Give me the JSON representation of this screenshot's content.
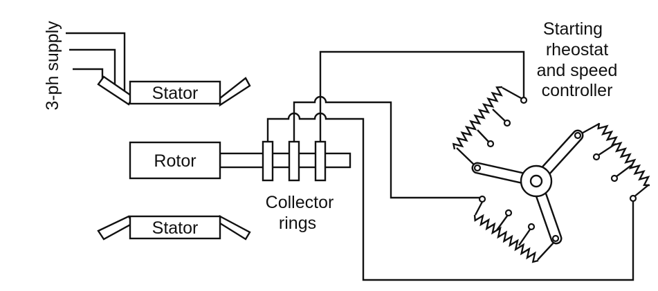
{
  "labels": {
    "supply": "3-ph supply",
    "stator_top": "Stator",
    "rotor": "Rotor",
    "stator_bottom": "Stator",
    "collector": [
      "Collector",
      "rings"
    ],
    "rheostat": [
      "Starting",
      "rheostat",
      "and speed",
      "controller"
    ]
  },
  "colors": {
    "ink": "#111111",
    "background": "#ffffff"
  }
}
